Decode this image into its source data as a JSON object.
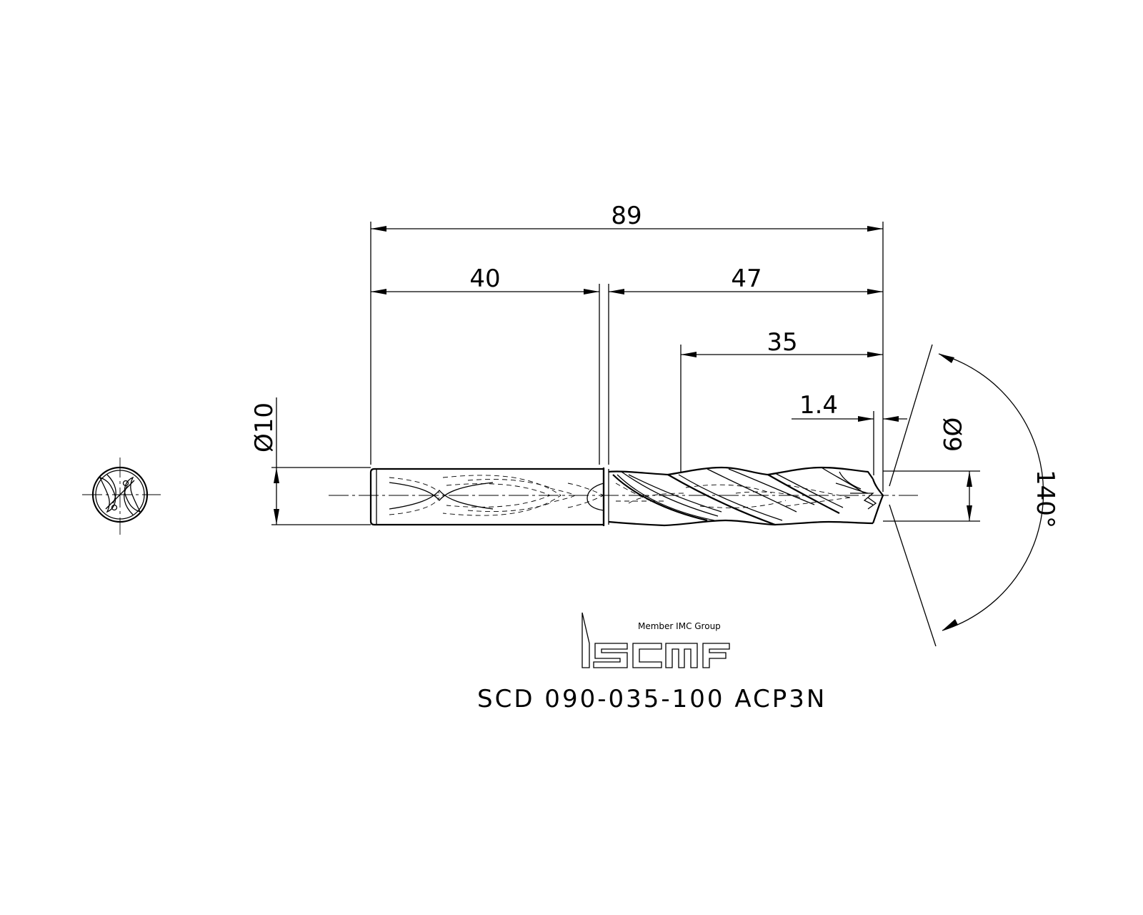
{
  "dimensions": {
    "overall_length": "89",
    "shank_length": "40",
    "body_length": "47",
    "flute_length": "35",
    "tip_length": "1.4",
    "shank_diameter": "Ø10",
    "drill_diameter": "Ø9",
    "point_angle": "140°"
  },
  "logo": {
    "tagline": "Member IMC Group",
    "brand": "iscar"
  },
  "part_number": "SCD 090-035-100 ACP3N"
}
